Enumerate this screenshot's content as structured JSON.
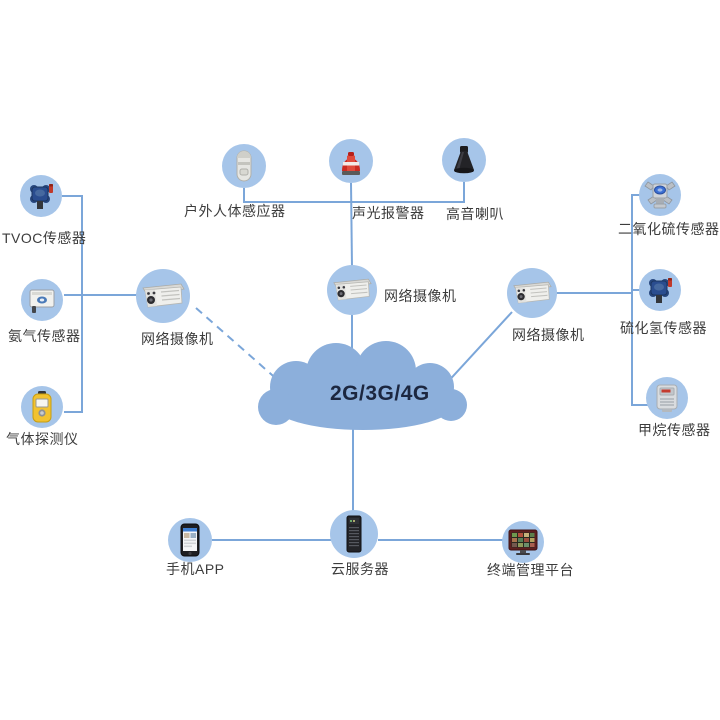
{
  "diagram": {
    "cloud": {
      "label": "2G/3G/4G"
    },
    "colors": {
      "node_circle": "#a6c5e9",
      "connector_line": "#7ba6d9",
      "cloud_fill": "#8cafdb",
      "cloud_text": "#1c2740",
      "label_text": "#3c3c3c",
      "alarm_red": "#c0392b",
      "detector_yellow": "#f2c230",
      "sensor_blue": "#2a4d8f"
    },
    "nodes": {
      "outdoor_pir": {
        "label": "户外人体感应器",
        "icon": "pir-sensor-icon"
      },
      "sound_light_alarm": {
        "label": "声光报警器",
        "icon": "alarm-beacon-icon"
      },
      "speaker": {
        "label": "高音喇叭",
        "icon": "horn-speaker-icon"
      },
      "tvoc": {
        "label": "TVOC传感器",
        "icon": "gas-sensor-icon"
      },
      "ammonia": {
        "label": "氨气传感器",
        "icon": "transmitter-box-icon"
      },
      "gas_detector": {
        "label": "气体探测仪",
        "icon": "portable-detector-icon"
      },
      "camera_left": {
        "label": "网络摄像机",
        "icon": "cctv-camera-icon"
      },
      "camera_center": {
        "label": "网络摄像机",
        "icon": "cctv-camera-icon"
      },
      "camera_right": {
        "label": "网络摄像机",
        "icon": "cctv-camera-icon"
      },
      "so2": {
        "label": "二氧化硫传感器",
        "icon": "mounted-sensor-icon"
      },
      "h2s": {
        "label": "硫化氢传感器",
        "icon": "gas-sensor-icon"
      },
      "methane": {
        "label": "甲烷传感器",
        "icon": "wall-sensor-icon"
      },
      "phone_app": {
        "label": "手机APP",
        "icon": "smartphone-icon"
      },
      "cloud_server": {
        "label": "云服务器",
        "icon": "server-tower-icon"
      },
      "terminal_platform": {
        "label": "终端管理平台",
        "icon": "monitor-icon"
      }
    }
  }
}
